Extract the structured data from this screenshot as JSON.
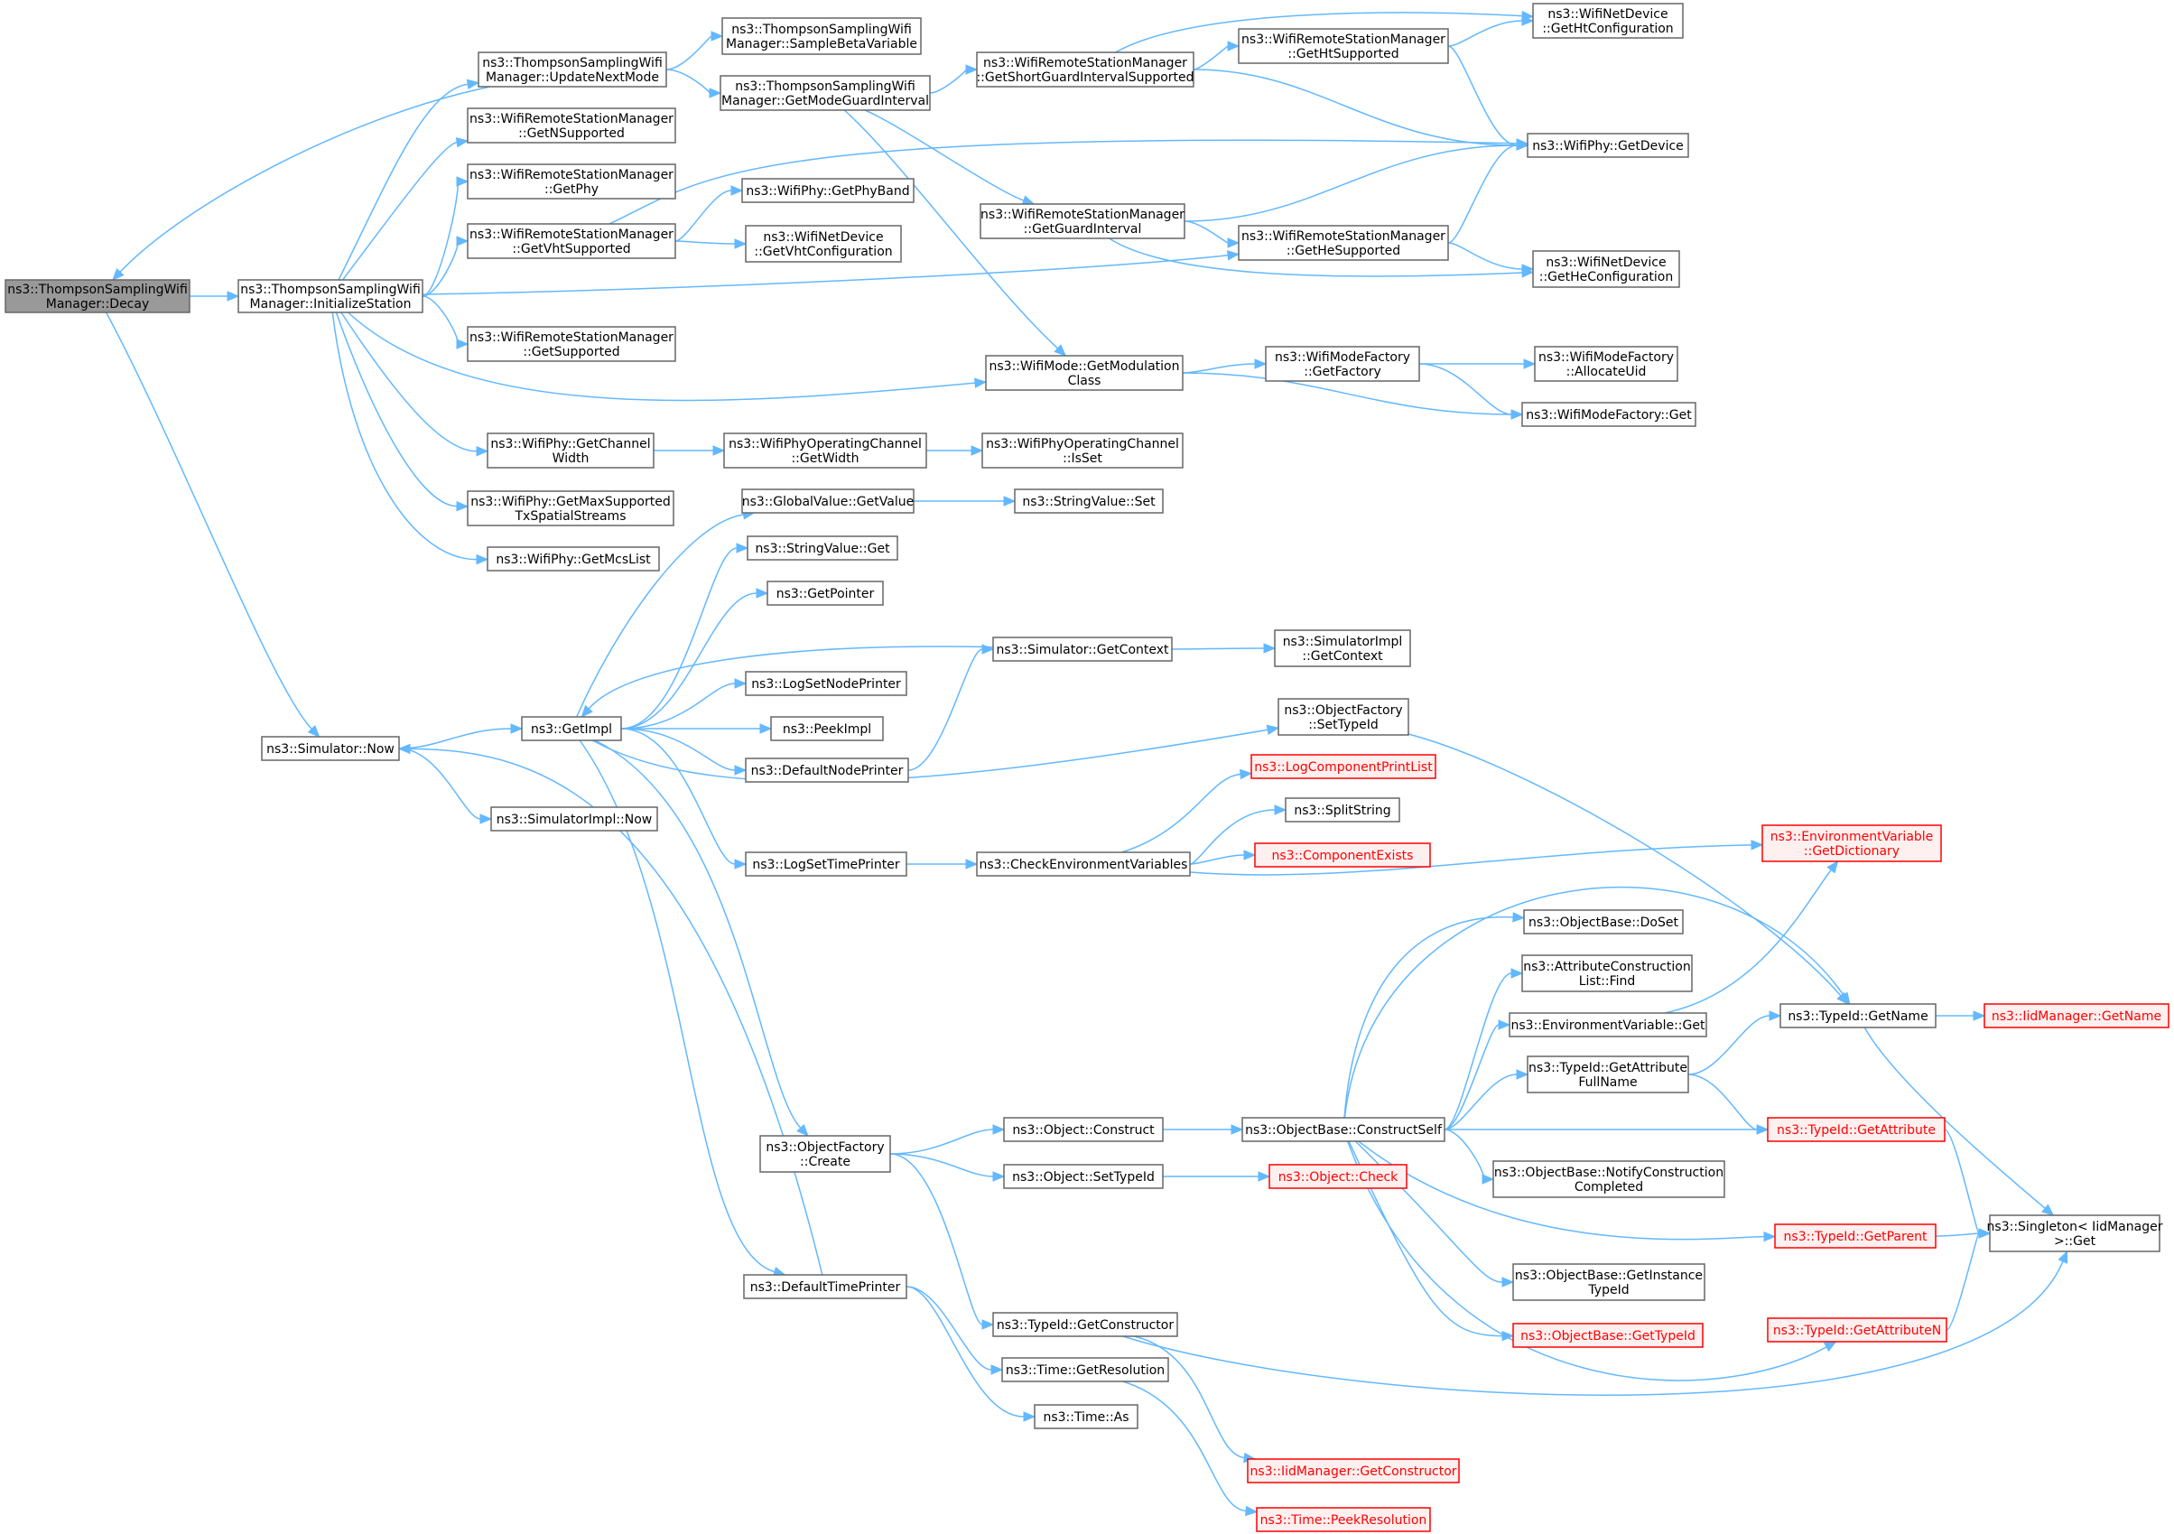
{
  "colors": {
    "edge": "#63b8ff",
    "node_border": "#666666",
    "node_fill": "#ffffff",
    "root_fill": "#999999",
    "root_border": "#666666",
    "missing_border": "#ff0000",
    "missing_fill": "#fff0f0",
    "missing_text": "#ff0000"
  },
  "nodes": [
    {
      "id": "decay",
      "lines": [
        "ns3::ThompsonSamplingWifi",
        "Manager::Decay"
      ],
      "kind": "root"
    },
    {
      "id": "update_next_mode",
      "lines": [
        "ns3::ThompsonSamplingWifi",
        "Manager::UpdateNextMode"
      ]
    },
    {
      "id": "get_n_supported",
      "lines": [
        "ns3::WifiRemoteStationManager",
        "::GetNSupported"
      ]
    },
    {
      "id": "get_phy",
      "lines": [
        "ns3::WifiRemoteStationManager",
        "::GetPhy"
      ]
    },
    {
      "id": "get_vht_supported",
      "lines": [
        "ns3::WifiRemoteStationManager",
        "::GetVhtSupported"
      ]
    },
    {
      "id": "initialize_station",
      "lines": [
        "ns3::ThompsonSamplingWifi",
        "Manager::InitializeStation"
      ]
    },
    {
      "id": "get_supported",
      "lines": [
        "ns3::WifiRemoteStationManager",
        "::GetSupported"
      ]
    },
    {
      "id": "get_channel_width",
      "lines": [
        "ns3::WifiPhy::GetChannel",
        "Width"
      ]
    },
    {
      "id": "get_max_supported_tx",
      "lines": [
        "ns3::WifiPhy::GetMaxSupported",
        "TxSpatialStreams"
      ]
    },
    {
      "id": "get_mcs_list",
      "lines": [
        "ns3::WifiPhy::GetMcsList"
      ]
    },
    {
      "id": "sample_beta",
      "lines": [
        "ns3::ThompsonSamplingWifi",
        "Manager::SampleBetaVariable"
      ]
    },
    {
      "id": "get_mode_guard_interval",
      "lines": [
        "ns3::ThompsonSamplingWifi",
        "Manager::GetModeGuardInterval"
      ]
    },
    {
      "id": "get_phy_band",
      "lines": [
        "ns3::WifiPhy::GetPhyBand"
      ]
    },
    {
      "id": "get_vht_configuration",
      "lines": [
        "ns3::WifiNetDevice",
        "::GetVhtConfiguration"
      ]
    },
    {
      "id": "op_channel_get_width",
      "lines": [
        "ns3::WifiPhyOperatingChannel",
        "::GetWidth"
      ]
    },
    {
      "id": "get_short_gi_supported",
      "lines": [
        "ns3::WifiRemoteStationManager",
        "::GetShortGuardIntervalSupported"
      ]
    },
    {
      "id": "get_guard_interval",
      "lines": [
        "ns3::WifiRemoteStationManager",
        "::GetGuardInterval"
      ]
    },
    {
      "id": "get_modulation_class",
      "lines": [
        "ns3::WifiMode::GetModulation",
        "Class"
      ]
    },
    {
      "id": "op_channel_is_set",
      "lines": [
        "ns3::WifiPhyOperatingChannel",
        "::IsSet"
      ]
    },
    {
      "id": "get_ht_supported",
      "lines": [
        "ns3::WifiRemoteStationManager",
        "::GetHtSupported"
      ]
    },
    {
      "id": "get_he_supported",
      "lines": [
        "ns3::WifiRemoteStationManager",
        "::GetHeSupported"
      ]
    },
    {
      "id": "mode_factory_get_factory",
      "lines": [
        "ns3::WifiModeFactory",
        "::GetFactory"
      ]
    },
    {
      "id": "get_ht_configuration",
      "lines": [
        "ns3::WifiNetDevice",
        "::GetHtConfiguration"
      ]
    },
    {
      "id": "phy_get_device",
      "lines": [
        "ns3::WifiPhy::GetDevice"
      ]
    },
    {
      "id": "get_he_configuration",
      "lines": [
        "ns3::WifiNetDevice",
        "::GetHeConfiguration"
      ]
    },
    {
      "id": "mode_factory_allocate_uid",
      "lines": [
        "ns3::WifiModeFactory",
        "::AllocateUid"
      ]
    },
    {
      "id": "mode_factory_get",
      "lines": [
        "ns3::WifiModeFactory::Get"
      ]
    },
    {
      "id": "simulator_now",
      "lines": [
        "ns3::Simulator::Now"
      ]
    },
    {
      "id": "simulator_impl_now",
      "lines": [
        "ns3::SimulatorImpl::Now"
      ]
    },
    {
      "id": "get_impl",
      "lines": [
        "ns3::GetImpl"
      ]
    },
    {
      "id": "global_value_get_value",
      "lines": [
        "ns3::GlobalValue::GetValue"
      ]
    },
    {
      "id": "string_value_get",
      "lines": [
        "ns3::StringValue::Get"
      ]
    },
    {
      "id": "get_pointer",
      "lines": [
        "ns3::GetPointer"
      ]
    },
    {
      "id": "log_set_node_printer",
      "lines": [
        "ns3::LogSetNodePrinter"
      ]
    },
    {
      "id": "peek_impl",
      "lines": [
        "ns3::PeekImpl"
      ]
    },
    {
      "id": "default_node_printer",
      "lines": [
        "ns3::DefaultNodePrinter"
      ]
    },
    {
      "id": "log_set_time_printer",
      "lines": [
        "ns3::LogSetTimePrinter"
      ]
    },
    {
      "id": "object_factory_create",
      "lines": [
        "ns3::ObjectFactory",
        "::Create"
      ]
    },
    {
      "id": "default_time_printer",
      "lines": [
        "ns3::DefaultTimePrinter"
      ]
    },
    {
      "id": "string_value_set",
      "lines": [
        "ns3::StringValue::Set"
      ]
    },
    {
      "id": "simulator_get_context",
      "lines": [
        "ns3::Simulator::GetContext"
      ]
    },
    {
      "id": "simulator_impl_get_context",
      "lines": [
        "ns3::SimulatorImpl",
        "::GetContext"
      ]
    },
    {
      "id": "object_factory_set_type_id",
      "lines": [
        "ns3::ObjectFactory",
        "::SetTypeId"
      ]
    },
    {
      "id": "log_component_print_list",
      "lines": [
        "ns3::LogComponentPrintList"
      ],
      "kind": "missing"
    },
    {
      "id": "split_string",
      "lines": [
        "ns3::SplitString"
      ]
    },
    {
      "id": "component_exists",
      "lines": [
        "ns3::ComponentExists"
      ],
      "kind": "missing"
    },
    {
      "id": "check_env_vars",
      "lines": [
        "ns3::CheckEnvironmentVariables"
      ]
    },
    {
      "id": "env_var_get_dictionary",
      "lines": [
        "ns3::EnvironmentVariable",
        "::GetDictionary"
      ],
      "kind": "missing"
    },
    {
      "id": "object_base_do_set",
      "lines": [
        "ns3::ObjectBase::DoSet"
      ]
    },
    {
      "id": "attr_construction_list_find",
      "lines": [
        "ns3::AttributeConstruction",
        "List::Find"
      ]
    },
    {
      "id": "env_var_get",
      "lines": [
        "ns3::EnvironmentVariable::Get"
      ]
    },
    {
      "id": "type_id_get_name",
      "lines": [
        "ns3::TypeId::GetName"
      ]
    },
    {
      "id": "iid_manager_get_name",
      "lines": [
        "ns3::IidManager::GetName"
      ],
      "kind": "missing"
    },
    {
      "id": "type_id_get_attribute_full_name",
      "lines": [
        "ns3::TypeId::GetAttribute",
        "FullName"
      ]
    },
    {
      "id": "object_construct",
      "lines": [
        "ns3::Object::Construct"
      ]
    },
    {
      "id": "object_base_construct_self",
      "lines": [
        "ns3::ObjectBase::ConstructSelf"
      ]
    },
    {
      "id": "type_id_get_attribute",
      "lines": [
        "ns3::TypeId::GetAttribute"
      ],
      "kind": "missing"
    },
    {
      "id": "object_set_type_id",
      "lines": [
        "ns3::Object::SetTypeId"
      ]
    },
    {
      "id": "object_check",
      "lines": [
        "ns3::Object::Check"
      ],
      "kind": "missing"
    },
    {
      "id": "object_base_notify_construction",
      "lines": [
        "ns3::ObjectBase::NotifyConstruction",
        "Completed"
      ]
    },
    {
      "id": "type_id_get_parent",
      "lines": [
        "ns3::TypeId::GetParent"
      ],
      "kind": "missing"
    },
    {
      "id": "singleton_iid_manager_get",
      "lines": [
        "ns3::Singleton< IidManager",
        " >::Get"
      ]
    },
    {
      "id": "object_base_get_instance_type_id",
      "lines": [
        "ns3::ObjectBase::GetInstance",
        "TypeId"
      ]
    },
    {
      "id": "object_base_get_type_id",
      "lines": [
        "ns3::ObjectBase::GetTypeId"
      ],
      "kind": "missing"
    },
    {
      "id": "type_id_get_attribute_n",
      "lines": [
        "ns3::TypeId::GetAttributeN"
      ],
      "kind": "missing"
    },
    {
      "id": "type_id_get_constructor",
      "lines": [
        "ns3::TypeId::GetConstructor"
      ]
    },
    {
      "id": "time_get_resolution",
      "lines": [
        "ns3::Time::GetResolution"
      ]
    },
    {
      "id": "time_as",
      "lines": [
        "ns3::Time::As"
      ]
    },
    {
      "id": "iid_manager_get_constructor",
      "lines": [
        "ns3::IidManager::GetConstructor"
      ],
      "kind": "missing"
    },
    {
      "id": "time_peek_resolution",
      "lines": [
        "ns3::Time::PeekResolution"
      ],
      "kind": "missing"
    }
  ],
  "edges": [
    [
      "decay",
      "initialize_station"
    ],
    [
      "decay",
      "simulator_now"
    ],
    [
      "update_next_mode",
      "decay"
    ],
    [
      "update_next_mode",
      "sample_beta"
    ],
    [
      "update_next_mode",
      "get_mode_guard_interval"
    ],
    [
      "initialize_station",
      "update_next_mode"
    ],
    [
      "initialize_station",
      "get_n_supported"
    ],
    [
      "initialize_station",
      "get_phy"
    ],
    [
      "initialize_station",
      "get_vht_supported"
    ],
    [
      "initialize_station",
      "get_supported"
    ],
    [
      "initialize_station",
      "get_channel_width"
    ],
    [
      "initialize_station",
      "get_max_supported_tx"
    ],
    [
      "initialize_station",
      "get_mcs_list"
    ],
    [
      "initialize_station",
      "get_modulation_class"
    ],
    [
      "initialize_station",
      "get_he_supported"
    ],
    [
      "get_vht_supported",
      "get_phy_band"
    ],
    [
      "get_vht_supported",
      "get_vht_configuration"
    ],
    [
      "get_vht_supported",
      "phy_get_device"
    ],
    [
      "get_channel_width",
      "op_channel_get_width"
    ],
    [
      "op_channel_get_width",
      "op_channel_is_set"
    ],
    [
      "get_mode_guard_interval",
      "get_short_gi_supported"
    ],
    [
      "get_mode_guard_interval",
      "get_guard_interval"
    ],
    [
      "get_mode_guard_interval",
      "get_modulation_class"
    ],
    [
      "get_short_gi_supported",
      "get_ht_supported"
    ],
    [
      "get_short_gi_supported",
      "get_ht_configuration"
    ],
    [
      "get_short_gi_supported",
      "phy_get_device"
    ],
    [
      "get_ht_supported",
      "get_ht_configuration"
    ],
    [
      "get_ht_supported",
      "phy_get_device"
    ],
    [
      "get_guard_interval",
      "phy_get_device"
    ],
    [
      "get_guard_interval",
      "get_he_supported"
    ],
    [
      "get_guard_interval",
      "get_he_configuration"
    ],
    [
      "get_he_supported",
      "phy_get_device"
    ],
    [
      "get_he_supported",
      "get_he_configuration"
    ],
    [
      "get_modulation_class",
      "mode_factory_get_factory"
    ],
    [
      "get_modulation_class",
      "mode_factory_get"
    ],
    [
      "mode_factory_get_factory",
      "mode_factory_allocate_uid"
    ],
    [
      "mode_factory_get_factory",
      "mode_factory_get"
    ],
    [
      "simulator_now",
      "get_impl"
    ],
    [
      "simulator_now",
      "simulator_impl_now"
    ],
    [
      "get_impl",
      "global_value_get_value"
    ],
    [
      "get_impl",
      "string_value_get"
    ],
    [
      "get_impl",
      "get_pointer"
    ],
    [
      "get_impl",
      "log_set_node_printer"
    ],
    [
      "get_impl",
      "peek_impl"
    ],
    [
      "get_impl",
      "default_node_printer"
    ],
    [
      "get_impl",
      "log_set_time_printer"
    ],
    [
      "get_impl",
      "object_factory_create"
    ],
    [
      "get_impl",
      "default_time_printer"
    ],
    [
      "get_impl",
      "object_factory_set_type_id"
    ],
    [
      "global_value_get_value",
      "string_value_set"
    ],
    [
      "default_node_printer",
      "simulator_get_context"
    ],
    [
      "simulator_get_context",
      "get_impl"
    ],
    [
      "simulator_get_context",
      "simulator_impl_get_context"
    ],
    [
      "log_set_time_printer",
      "check_env_vars"
    ],
    [
      "check_env_vars",
      "log_component_print_list"
    ],
    [
      "check_env_vars",
      "split_string"
    ],
    [
      "check_env_vars",
      "component_exists"
    ],
    [
      "check_env_vars",
      "env_var_get_dictionary"
    ],
    [
      "object_factory_set_type_id",
      "type_id_get_name"
    ],
    [
      "object_factory_create",
      "object_construct"
    ],
    [
      "object_factory_create",
      "object_set_type_id"
    ],
    [
      "object_factory_create",
      "type_id_get_constructor"
    ],
    [
      "object_construct",
      "object_base_construct_self"
    ],
    [
      "object_set_type_id",
      "object_check"
    ],
    [
      "object_base_construct_self",
      "object_base_do_set"
    ],
    [
      "object_base_construct_self",
      "attr_construction_list_find"
    ],
    [
      "object_base_construct_self",
      "env_var_get"
    ],
    [
      "object_base_construct_self",
      "type_id_get_name"
    ],
    [
      "object_base_construct_self",
      "type_id_get_attribute_full_name"
    ],
    [
      "object_base_construct_self",
      "type_id_get_attribute"
    ],
    [
      "object_base_construct_self",
      "object_base_notify_construction"
    ],
    [
      "object_base_construct_self",
      "type_id_get_parent"
    ],
    [
      "object_base_construct_self",
      "object_base_get_instance_type_id"
    ],
    [
      "object_base_construct_self",
      "object_base_get_type_id"
    ],
    [
      "object_base_construct_self",
      "type_id_get_attribute_n"
    ],
    [
      "env_var_get",
      "env_var_get_dictionary"
    ],
    [
      "type_id_get_attribute_full_name",
      "type_id_get_name"
    ],
    [
      "type_id_get_attribute_full_name",
      "type_id_get_attribute"
    ],
    [
      "type_id_get_name",
      "iid_manager_get_name"
    ],
    [
      "type_id_get_name",
      "singleton_iid_manager_get"
    ],
    [
      "type_id_get_attribute",
      "singleton_iid_manager_get"
    ],
    [
      "type_id_get_parent",
      "singleton_iid_manager_get"
    ],
    [
      "type_id_get_attribute_n",
      "singleton_iid_manager_get"
    ],
    [
      "default_time_printer",
      "simulator_now"
    ],
    [
      "default_time_printer",
      "time_get_resolution"
    ],
    [
      "default_time_printer",
      "time_as"
    ],
    [
      "type_id_get_constructor",
      "iid_manager_get_constructor"
    ],
    [
      "type_id_get_constructor",
      "singleton_iid_manager_get"
    ],
    [
      "time_get_resolution",
      "time_peek_resolution"
    ]
  ]
}
